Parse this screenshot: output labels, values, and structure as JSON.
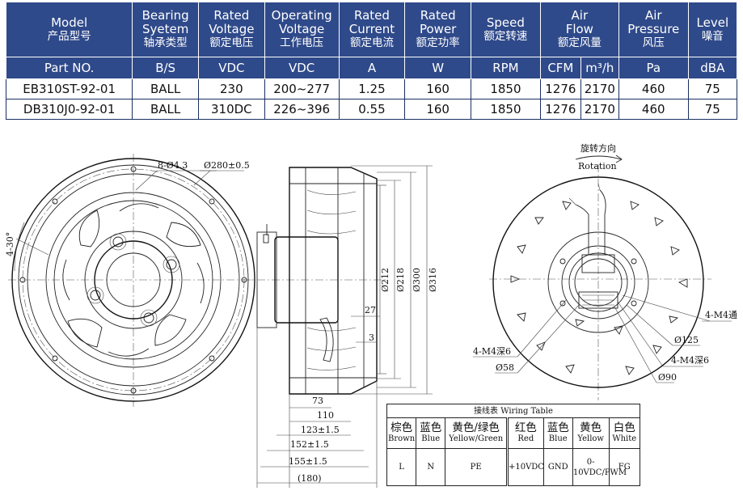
{
  "spec_table": {
    "headers": [
      {
        "en": "Model",
        "zh": "产品型号",
        "unit": "Part NO."
      },
      {
        "en": "Bearing Syetem",
        "zh": "轴承类型",
        "unit": "B/S"
      },
      {
        "en": "Rated Voltage",
        "zh": "额定电压",
        "unit": "VDC"
      },
      {
        "en": "Operating Voltage",
        "zh": "工作电压",
        "unit": "VDC"
      },
      {
        "en": "Rated Current",
        "zh": "额定电流",
        "unit": "A"
      },
      {
        "en": "Rated Power",
        "zh": "额定功率",
        "unit": "W"
      },
      {
        "en": "Speed",
        "zh": "额定转速",
        "unit": "RPM"
      },
      {
        "en": "Air Flow",
        "zh": "额定风量",
        "unit_a": "CFM",
        "unit_b": "m³/h"
      },
      {
        "en": "Air Pressure",
        "zh": "风压",
        "unit": "Pa"
      },
      {
        "en": "Level",
        "zh": "噪音",
        "unit": "dBA"
      }
    ],
    "rows": [
      [
        "EB310ST-92-01",
        "BALL",
        "230",
        "200~277",
        "1.25",
        "160",
        "1850",
        "1276",
        "2170",
        "460",
        "75"
      ],
      [
        "DB310J0-92-01",
        "BALL",
        "310DC",
        "226~396",
        "0.55",
        "160",
        "1850",
        "1276",
        "2170",
        "460",
        "75"
      ]
    ]
  },
  "front_view": {
    "holes": "8-Ø4.3",
    "pcd": "Ø280±0.5",
    "angle": "4-30°"
  },
  "side_view": {
    "dims_vertical": [
      "Ø212",
      "Ø218",
      "Ø300",
      "Ø316"
    ],
    "dims_small": [
      "27",
      "3"
    ],
    "dims_horizontal": [
      "73",
      "110",
      "123±1.5",
      "152±1.5",
      "155±1.5",
      "(180)"
    ]
  },
  "rear_view": {
    "rotation_zh": "旋转方向",
    "rotation_en": "Rotation",
    "labels": [
      "4-M4通",
      "Ø125",
      "4-M4深6",
      "Ø90",
      "4-M4深6",
      "Ø58"
    ]
  },
  "wiring_table": {
    "title": "接线表 Wiring Table",
    "columns": [
      {
        "zh": "棕色",
        "en": "Brown",
        "value": "L"
      },
      {
        "zh": "蓝色",
        "en": "Blue",
        "value": "N"
      },
      {
        "zh": "黄色/绿色",
        "en": "Yellow/Green",
        "value": "PE"
      },
      {
        "zh": "红色",
        "en": "Red",
        "value": "+10VDC"
      },
      {
        "zh": "蓝色",
        "en": "Blue",
        "value": "GND"
      },
      {
        "zh": "黄色",
        "en": "Yellow",
        "value": "0-10VDC/PWM"
      },
      {
        "zh": "白色",
        "en": "White",
        "value": "FG"
      }
    ]
  },
  "colors": {
    "header_bg": "#2f4a8a",
    "header_text": "#ffffff",
    "rule": "#1a2f60"
  }
}
